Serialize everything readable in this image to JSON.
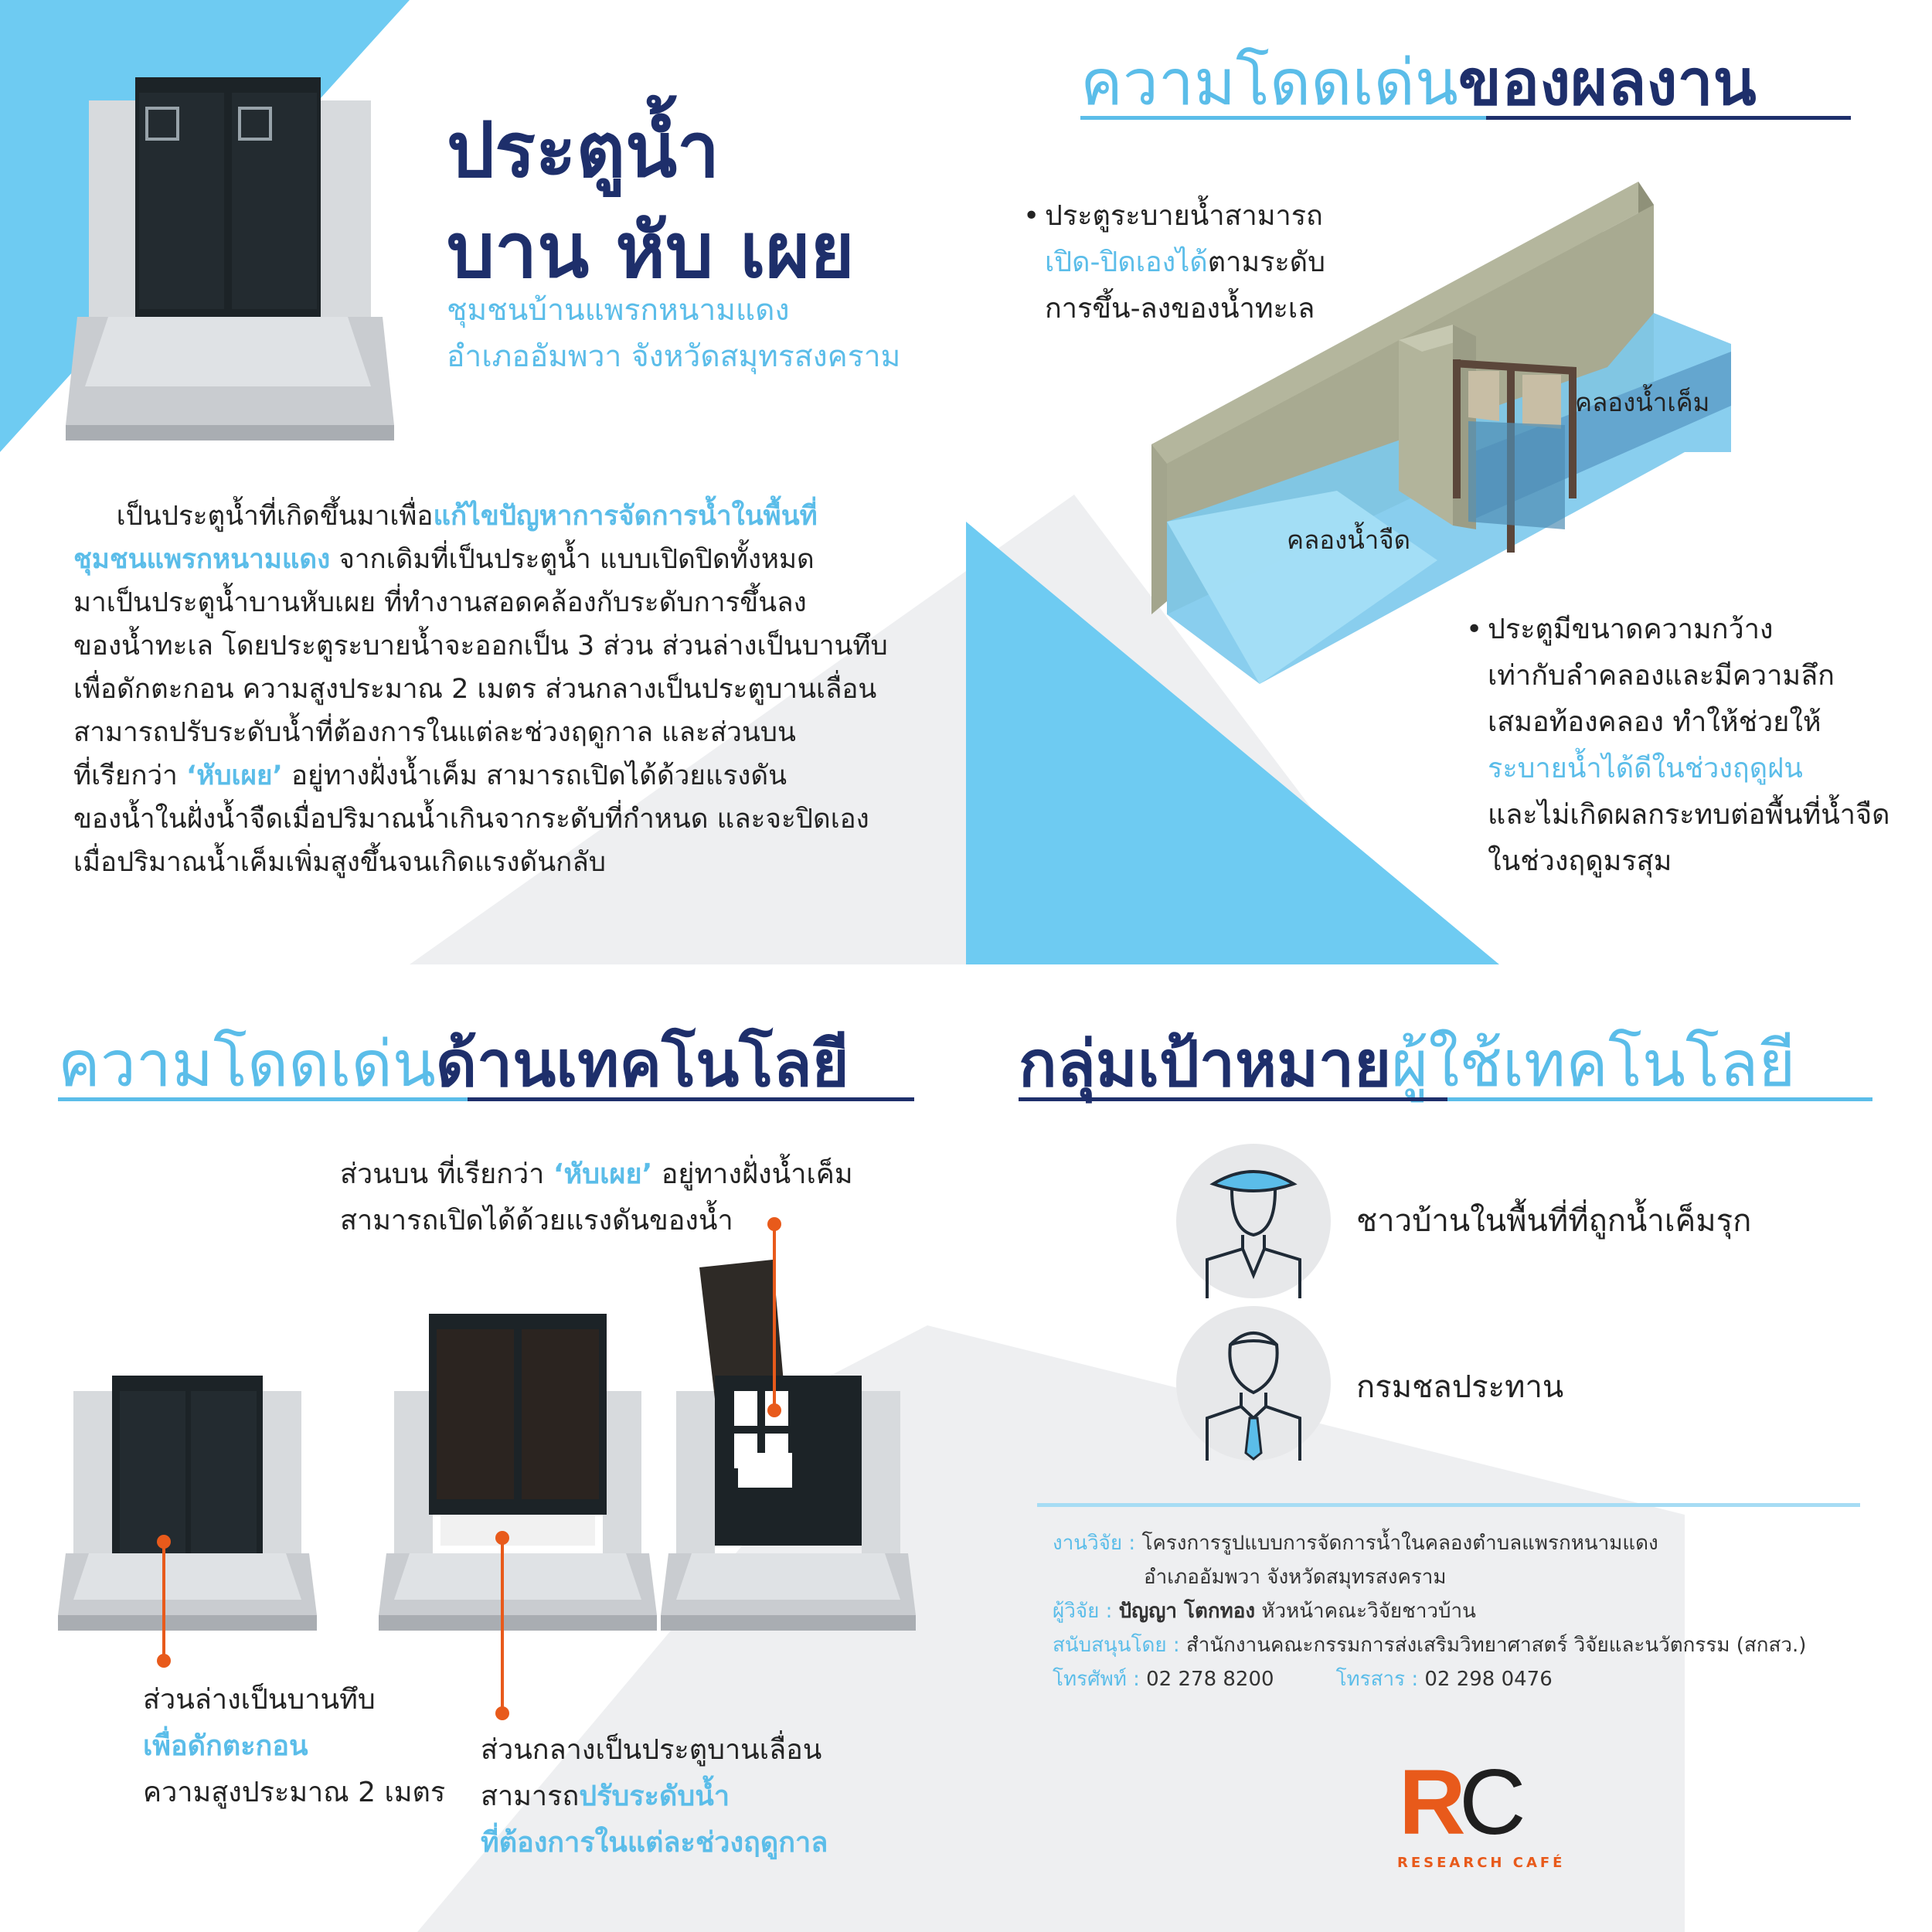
{
  "header": {
    "title_line1": "ประตูน้ำ",
    "title_line2": "บาน หับ เผย",
    "subtitle_line1": "ชุมชนบ้านแพรกหนามแดง",
    "subtitle_line2": "อำเภออัมพวา จังหวัดสมุทรสงคราม"
  },
  "intro": {
    "p1_a": "เป็นประตูน้ำที่เกิดขึ้นมาเพื่อ",
    "p1_hl": "แก้ไขปัญหาการจัดการน้ำในพื้นที่",
    "p2_hl": "ชุมชนแพรกหนามแดง",
    "p2_b": " จากเดิมที่เป็นประตูน้ำ แบบเปิดปิดทั้งหมด",
    "p3": "มาเป็นประตูน้ำบานหับเผย ที่ทำงานสอดคล้องกับระดับการขึ้นลง",
    "p4": "ของน้ำทะเล โดยประตูระบายน้ำจะออกเป็น 3 ส่วน ส่วนล่างเป็นบานทึบ",
    "p5": "เพื่อดักตะกอน ความสูงประมาณ 2 เมตร ส่วนกลางเป็นประตูบานเลื่อน",
    "p6": "สามารถปรับระดับน้ำที่ต้องการในแต่ละช่วงฤดูกาล และส่วนบน",
    "p7_a": "ที่เรียกว่า ",
    "p7_hl": "‘หับเผย’",
    "p7_b": " อยู่ทางฝั่งน้ำเค็ม สามารถเปิดได้ด้วยแรงดัน",
    "p8": "ของน้ำในฝั่งน้ำจืดเมื่อปริมาณน้ำเกินจากระดับที่กำหนด และจะปิดเอง",
    "p9": "เมื่อปริมาณน้ำเค็มเพิ่มสูงขึ้นจนเกิดแรงดันกลับ"
  },
  "highlight_section": {
    "heading_light": "ความโดดเด่น",
    "heading_dark": "ของผลงาน",
    "bullet1_l1": "ประตูระบายน้ำสามารถ",
    "bullet1_l2_hl": "เปิด-ปิดเองได้",
    "bullet1_l2_b": "ตามระดับ",
    "bullet1_l3": "การขึ้น-ลงของน้ำทะเล",
    "label_salt": "คลองน้ำเค็ม",
    "label_fresh": "คลองน้ำจืด",
    "bullet2_l1": "ประตูมีขนาดความกว้าง",
    "bullet2_l2": "เท่ากับลำคลองและมีความลึก",
    "bullet2_l3": "เสมอท้องคลอง ทำให้ช่วยให้",
    "bullet2_l4_hl": "ระบายน้ำได้ดีในช่วงฤดูฝน",
    "bullet2_l5": "และไม่เกิดผลกระทบต่อพื้นที่น้ำจืด",
    "bullet2_l6": "ในช่วงฤดูมรสุม"
  },
  "tech_section": {
    "heading_light": "ความโดดเด่น",
    "heading_dark": "ด้านเทคโนโลยี",
    "top_l1_a": "ส่วนบน ที่เรียกว่า ",
    "top_l1_hl": "‘หับเผย’",
    "top_l1_b": " อยู่ทางฝั่งน้ำเค็ม",
    "top_l2": "สามารถเปิดได้ด้วยแรงดันของน้ำ",
    "bottom_l1": "ส่วนล่างเป็นบานทึบ",
    "bottom_l2_hl": "เพื่อดักตะกอน",
    "bottom_l3": "ความสูงประมาณ 2 เมตร",
    "middle_l1": "ส่วนกลางเป็นประตูบานเลื่อน",
    "middle_l2_a": "สามารถ",
    "middle_l2_hl": "ปรับระดับน้ำ",
    "middle_l3_hl": "ที่ต้องการในแต่ละช่วงฤดูกาล"
  },
  "target_section": {
    "heading_dark": "กลุ่มเป้าหมาย",
    "heading_light": "ผู้ใช้เทคโนโลยี",
    "group1": "ชาวบ้านในพื้นที่ที่ถูกน้ำเค็มรุก",
    "group1_icon": "farmer-icon",
    "group2": "กรมชลประทาน",
    "group2_icon": "officer-icon"
  },
  "credits": {
    "research_key": "งานวิจัย :",
    "research_val1": "โครงการรูปแบบการจัดการน้ำในคลองตำบลแพรกหนามแดง",
    "research_val2": "อำเภออัมพวา จังหวัดสมุทรสงคราม",
    "researcher_key": "ผู้วิจัย :",
    "researcher_name": "ปัญญา โตกทอง",
    "researcher_role": " หัวหน้าคณะวิจัยชาวบ้าน",
    "support_key": "สนับสนุนโดย :",
    "support_val": "สำนักงานคณะกรรมการส่งเสริมวิทยาศาสตร์ วิจัยและนวัตกรรม (สกสว.)",
    "phone_key": "โทรศัพท์ :",
    "phone_val": "02 278 8200",
    "fax_key": "โทรสาร :",
    "fax_val": "02 298 0476"
  },
  "logo": {
    "mark_r": "R",
    "mark_c": "C",
    "wordmark": "RESEARCH CAFÉ"
  },
  "colors": {
    "navy": "#1e2f6b",
    "light_blue": "#5bbde9",
    "bg_blue": "#6ecbf2",
    "bg_gray": "#eeeff1",
    "orange": "#e85a1b"
  }
}
